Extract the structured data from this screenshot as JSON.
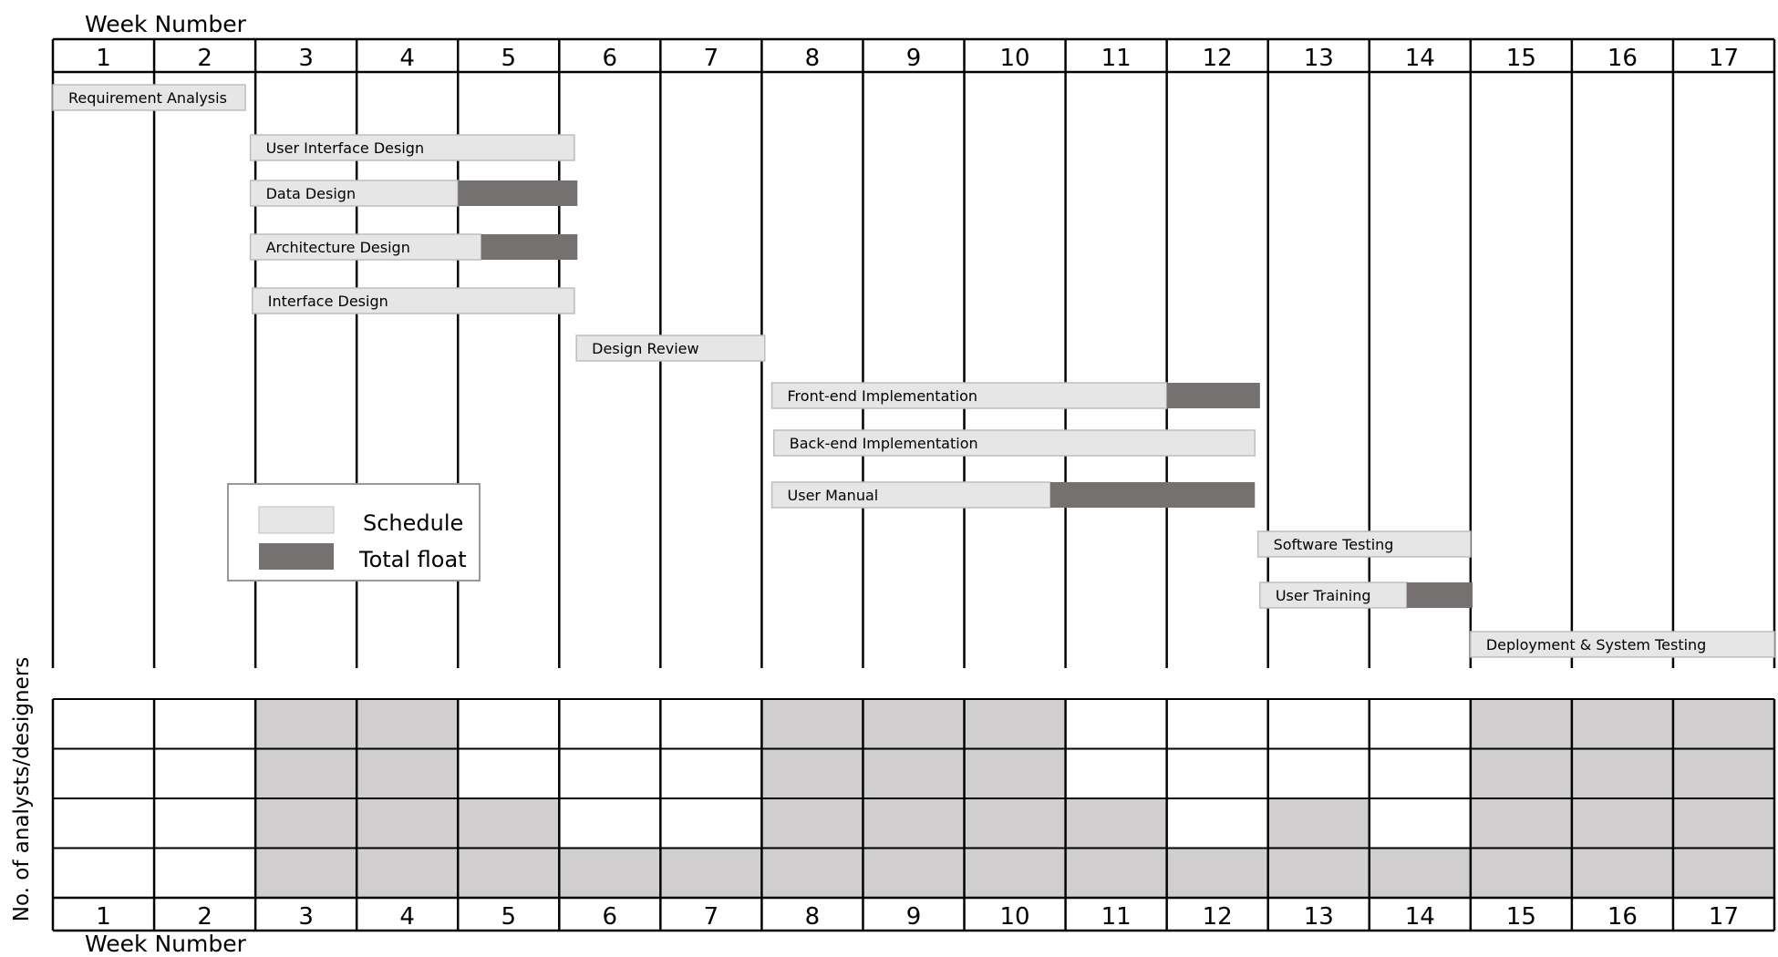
{
  "chart_data": {
    "type": "gantt",
    "top_axis_label": "Week Number",
    "bottom_axis_label": "Week Number",
    "weeks": [
      "1",
      "2",
      "3",
      "4",
      "5",
      "6",
      "7",
      "8",
      "9",
      "10",
      "11",
      "12",
      "13",
      "14",
      "15",
      "16",
      "17"
    ],
    "legend": {
      "schedule_label": "Schedule",
      "float_label": "Total float"
    },
    "colors": {
      "schedule": "#e6e6e6",
      "schedule_stroke": "#bdbdbd",
      "float": "#767171",
      "staff": "#d0cece",
      "grid": "#000000"
    },
    "tasks": [
      {
        "name": "Requirement Analysis",
        "start": 0.0,
        "end": 1.9,
        "float_end": null
      },
      {
        "name": "User Interface Design",
        "start": 1.95,
        "end": 5.15,
        "float_end": null
      },
      {
        "name": "Data Design",
        "start": 1.95,
        "end": 4.0,
        "float_end": 5.18
      },
      {
        "name": "Architecture Design",
        "start": 1.95,
        "end": 4.23,
        "float_end": 5.18
      },
      {
        "name": "Interface Design",
        "start": 1.97,
        "end": 5.15,
        "float_end": null
      },
      {
        "name": "Design Review",
        "start": 5.17,
        "end": 7.03,
        "float_end": null
      },
      {
        "name": "Front-end Implementation",
        "start": 7.1,
        "end": 11.0,
        "float_end": 11.92
      },
      {
        "name": "Back-end Implementation",
        "start": 7.12,
        "end": 11.87,
        "float_end": null
      },
      {
        "name": "User Manual",
        "start": 7.1,
        "end": 9.85,
        "float_end": 11.87
      },
      {
        "name": "Software Testing",
        "start": 11.9,
        "end": 14.0,
        "float_end": null
      },
      {
        "name": "User Training",
        "start": 11.92,
        "end": 13.37,
        "float_end": 14.02
      },
      {
        "name": "Deployment & System Testing",
        "start": 14.0,
        "end": 17.0,
        "float_end": null
      }
    ],
    "staff_axis_label": "No. of analysts/designers",
    "staff_levels": 4,
    "staff_per_week": [
      0,
      0,
      4,
      4,
      2,
      1,
      1,
      4,
      4,
      4,
      2,
      1,
      2,
      1,
      4,
      4,
      4
    ]
  }
}
